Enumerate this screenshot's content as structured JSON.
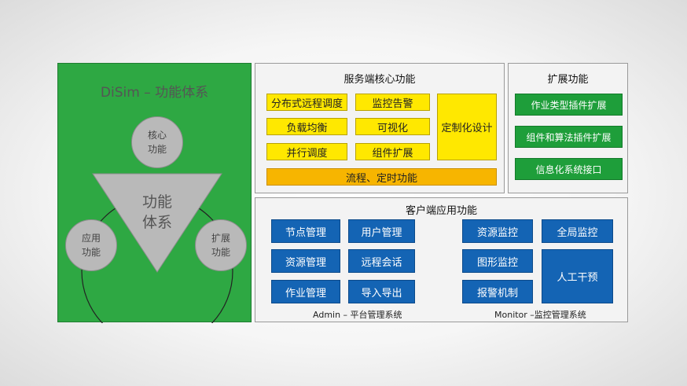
{
  "left_panel": {
    "title": "DiSim – 功能体系",
    "center_label": "功能\n体系",
    "nodes": {
      "top": "核心\n功能",
      "left": "应用\n功能",
      "right": "扩展\n功能"
    }
  },
  "core_panel": {
    "title": "服务端核心功能",
    "items": [
      "分布式远程调度",
      "监控告警",
      "负载均衡",
      "可视化",
      "并行调度",
      "组件扩展"
    ],
    "custom": "定制化设计",
    "flow": "流程、定时功能"
  },
  "ext_panel": {
    "title": "扩展功能",
    "items": [
      "作业类型插件扩展",
      "组件和算法插件扩展",
      "信息化系统接口"
    ]
  },
  "client_panel": {
    "title": "客户端应用功能",
    "admin": {
      "items": [
        "节点管理",
        "用户管理",
        "资源管理",
        "远程会话",
        "作业管理",
        "导入导出"
      ],
      "caption": "Admin – 平台管理系统"
    },
    "monitor": {
      "items": [
        "资源监控",
        "全局监控",
        "图形监控",
        "报警机制",
        "人工干预"
      ],
      "caption": "Monitor –监控管理系统"
    }
  },
  "colors": {
    "green_panel": "#2ea843",
    "yellow": "#ffe800",
    "orange": "#f7b500",
    "green_box": "#1e9e3a",
    "blue_box": "#1464b4"
  }
}
